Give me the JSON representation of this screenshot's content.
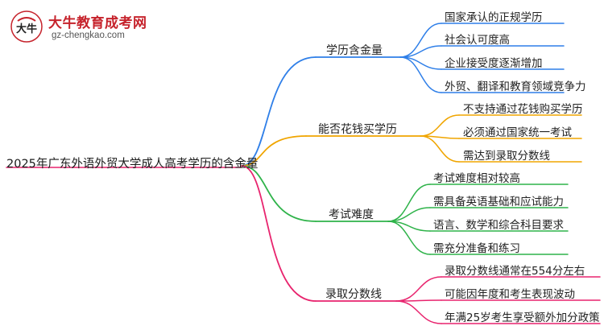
{
  "logo": {
    "name": "大牛教育成考网",
    "url": "gz-chengkao.com",
    "mark_text": "大牛"
  },
  "root": {
    "title": "2025年广东外语外贸大学成人高考学历的含金量"
  },
  "colors": {
    "branch_blue": "#2f7fe8",
    "branch_orange": "#f0a500",
    "branch_green": "#2fb34a",
    "branch_pink": "#e8246e",
    "logo_red": "#c6232c"
  },
  "branches": [
    {
      "label": "学历含金量",
      "leaves": [
        "国家承认的正规学历",
        "社会认可度高",
        "企业接受度逐渐增加",
        "外贸、翻译和教育领域竞争力"
      ]
    },
    {
      "label": "能否花钱买学历",
      "leaves": [
        "不支持通过花钱购买学历",
        "必须通过国家统一考试",
        "需达到录取分数线"
      ]
    },
    {
      "label": "考试难度",
      "leaves": [
        "考试难度相对较高",
        "需具备英语基础和应试能力",
        "语言、数学和综合科目要求",
        "需充分准备和练习"
      ]
    },
    {
      "label": "录取分数线",
      "leaves": [
        "录取分数线通常在554分左右",
        "可能因年度和考生表现波动",
        "年满25岁考生享受额外加分政策"
      ]
    }
  ]
}
